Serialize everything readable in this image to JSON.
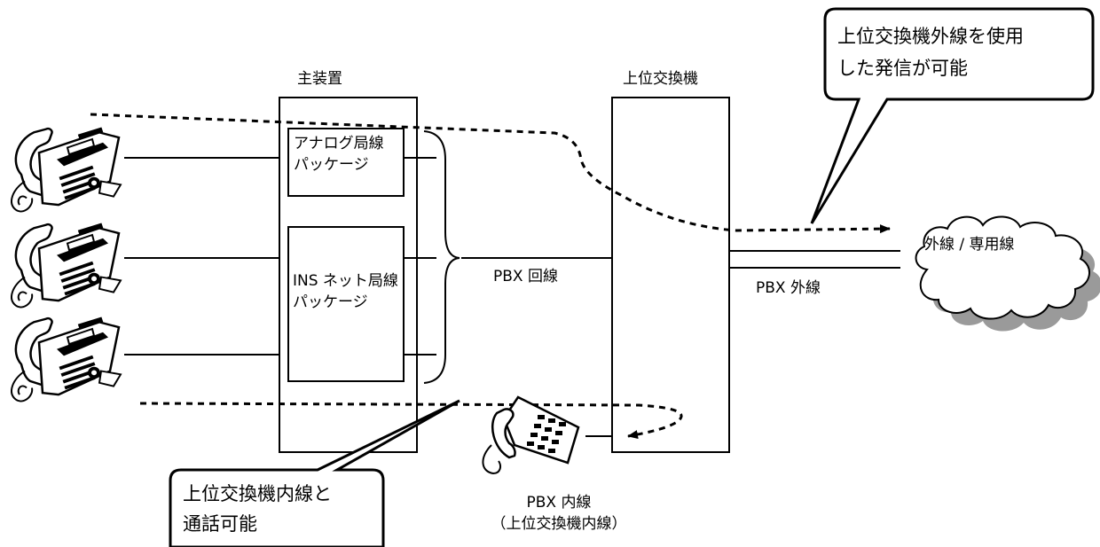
{
  "labels": {
    "main_unit": "主装置",
    "upper_exchange": "上位交換機",
    "analog_pkg_line1": "アナログ局線",
    "analog_pkg_line2": "パッケージ",
    "ins_pkg_line1": "INS ネット局線",
    "ins_pkg_line2": "パッケージ",
    "pbx_line": "PBX 回線",
    "pbx_outside_line": "PBX 外線",
    "cloud_label": "外線 / 専用線",
    "pbx_extension_line1": "PBX 内線",
    "pbx_extension_line2": "（上位交換機内線）"
  },
  "callouts": {
    "top_right_line1": "上位交換機外線を使用",
    "top_right_line2": "した発信が可能",
    "bottom_left_line1": "上位交換機内線と",
    "bottom_left_line2": "通話可能"
  },
  "icons": [
    "desk-phone-icon",
    "desk-phone-icon",
    "desk-phone-icon",
    "pbx-phone-icon",
    "cloud-icon"
  ],
  "colors": {
    "line": "#000000",
    "cloud_shadow": "#9a9a9a",
    "background": "#ffffff"
  }
}
